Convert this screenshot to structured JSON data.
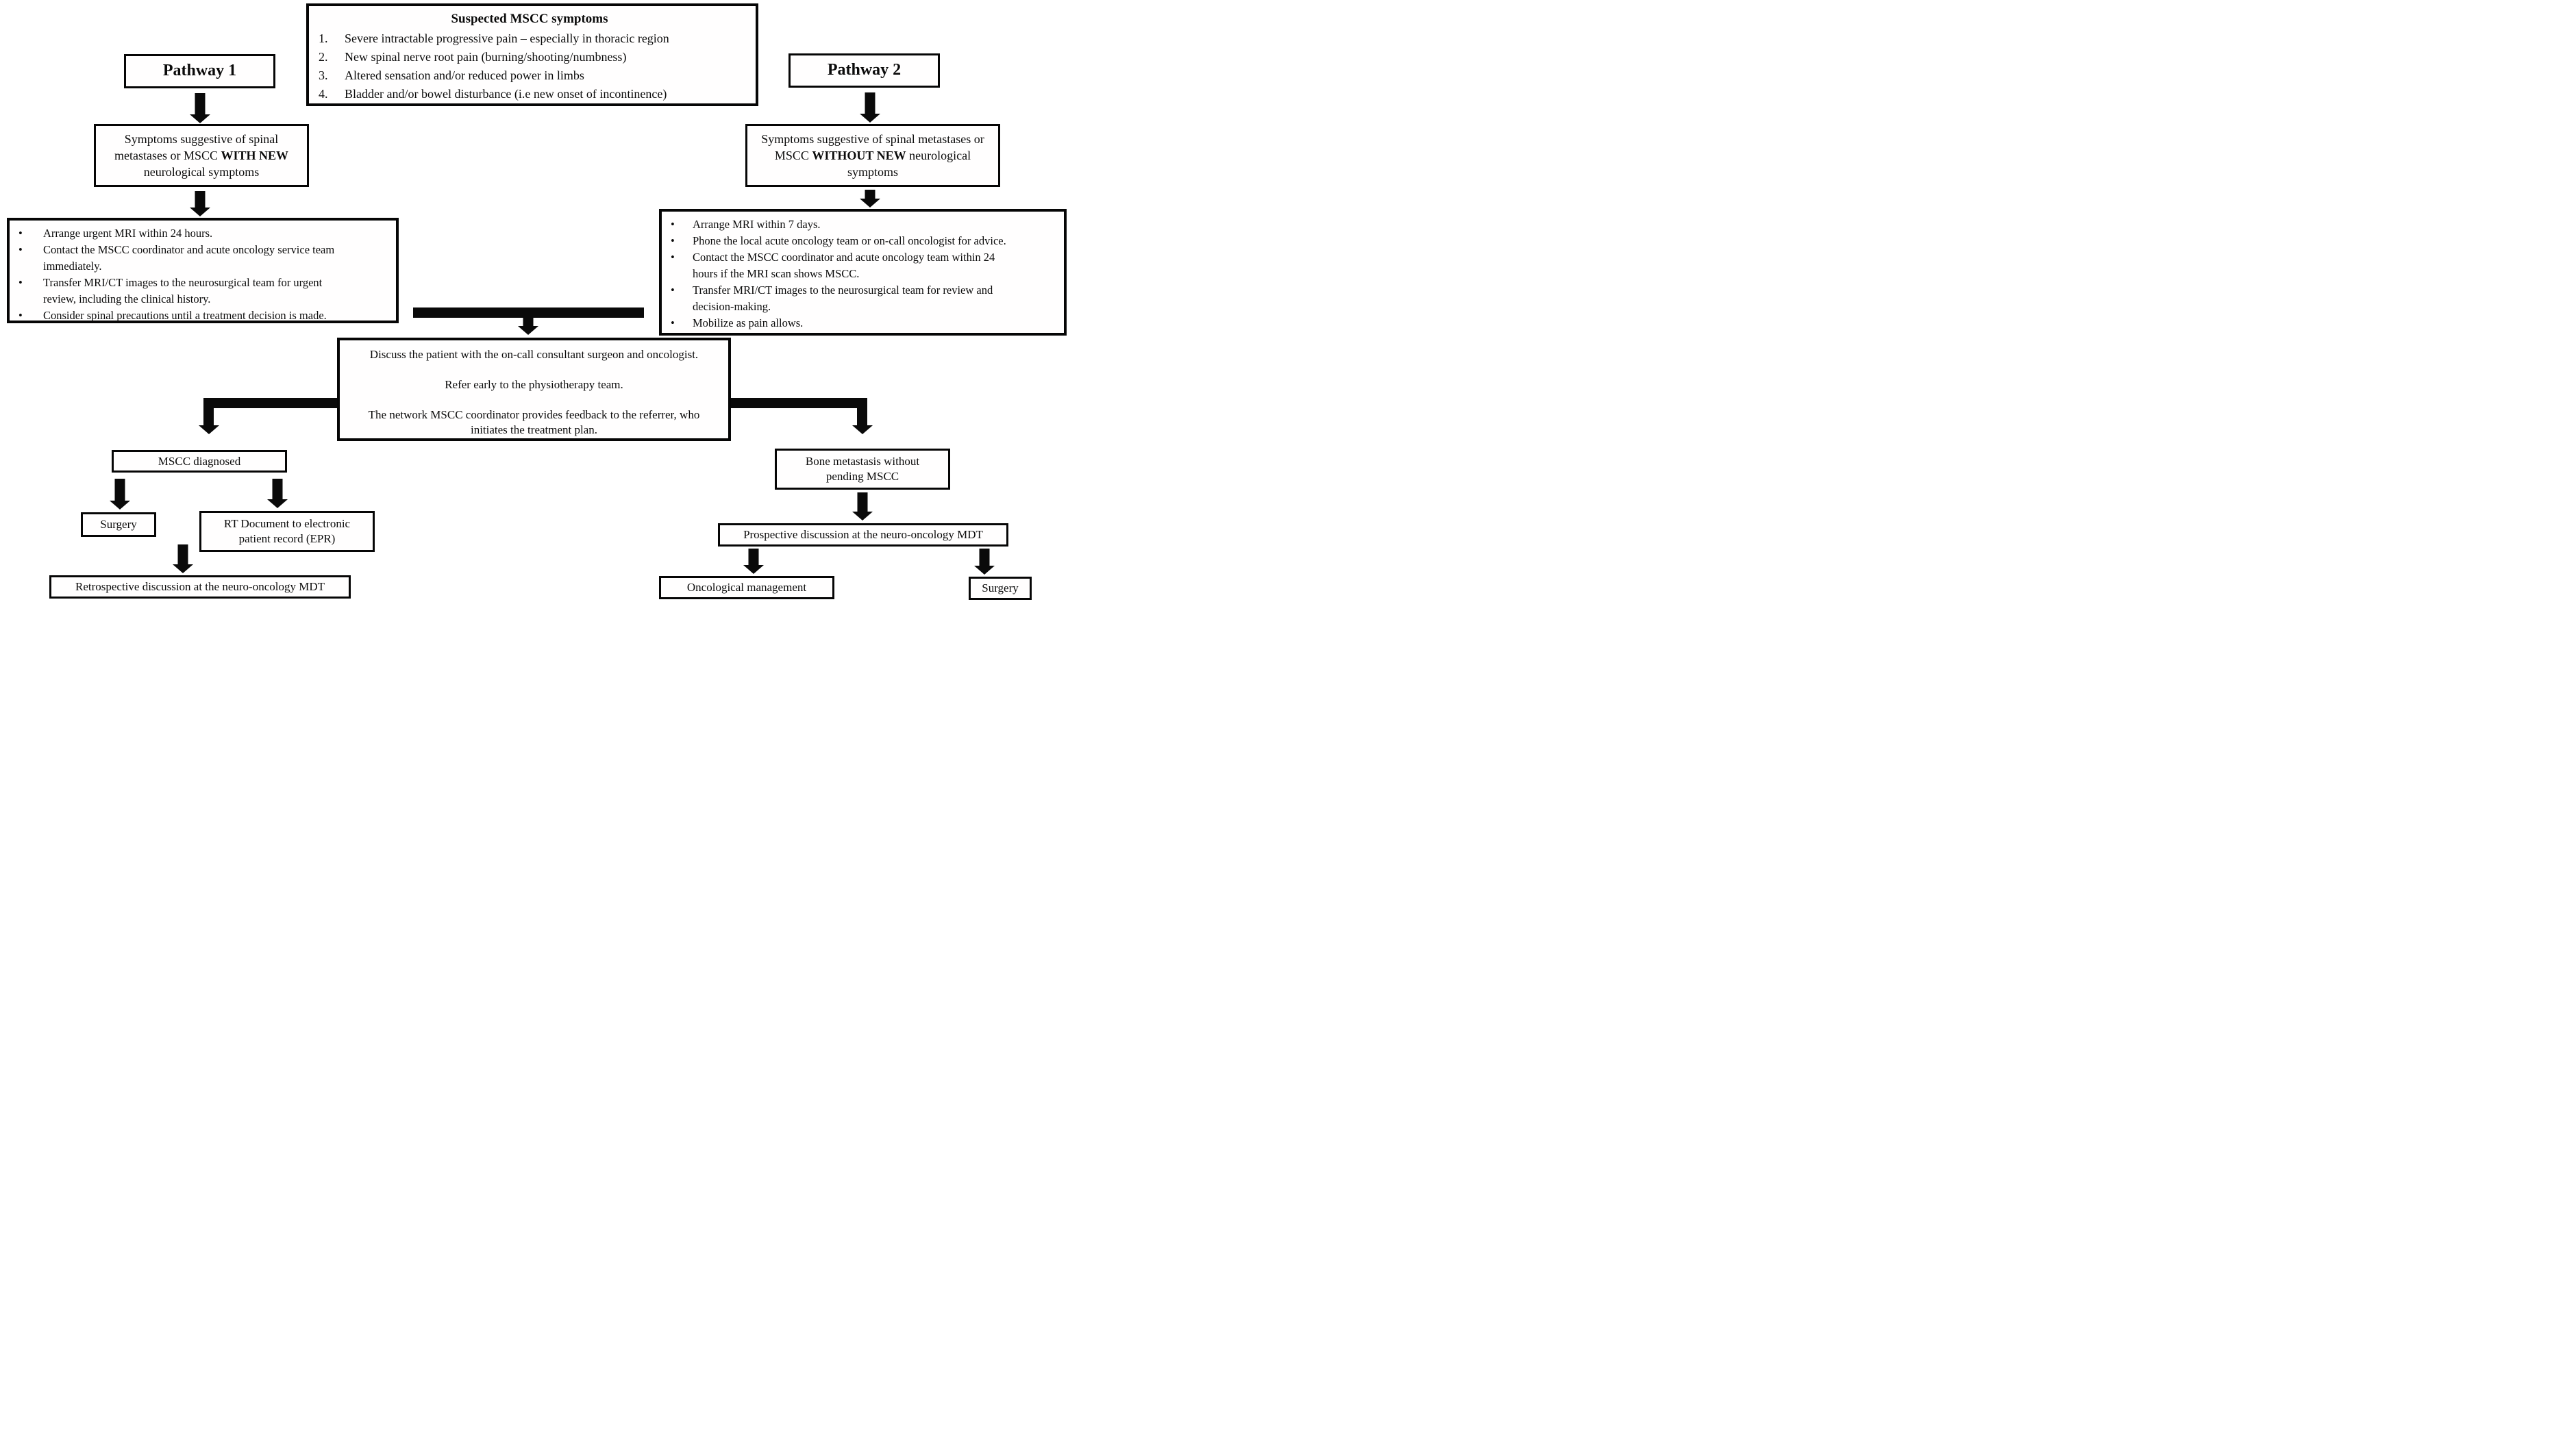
{
  "ui": {
    "bullet": "•"
  },
  "suspected": {
    "title": "Suspected MSCC symptoms",
    "items": [
      {
        "num": "1.",
        "text": "Severe intractable progressive pain – especially in thoracic region"
      },
      {
        "num": "2.",
        "text": "New spinal nerve root pain (burning/shooting/numbness)"
      },
      {
        "num": "3.",
        "text": "Altered sensation and/or reduced power in limbs"
      },
      {
        "num": "4.",
        "text": "Bladder and/or bowel disturbance (i.e new onset of incontinence)"
      }
    ]
  },
  "pathway1": {
    "title": "Pathway 1",
    "symptoms": {
      "pre": "Symptoms suggestive of spinal\nmetastases or MSCC ",
      "bold": "WITH NEW",
      "post": "\nneurological symptoms"
    },
    "actions": [
      "Arrange urgent MRI within 24 hours.",
      "Contact the MSCC coordinator and acute oncology service team\nimmediately.",
      "Transfer MRI/CT images to the neurosurgical team for urgent\nreview, including the clinical history.",
      "Consider spinal precautions until a treatment decision is made."
    ],
    "mscc_diagnosed": "MSCC diagnosed",
    "surgery": "Surgery",
    "rt_document": "RT Document to electronic\npatient record (EPR)",
    "retrospective": "Retrospective discussion at the neuro-oncology MDT"
  },
  "pathway2": {
    "title": "Pathway 2",
    "symptoms": {
      "pre": "Symptoms suggestive of spinal metastases or\nMSCC ",
      "bold": "WITHOUT NEW",
      "post": " neurological\nsymptoms"
    },
    "actions": [
      "Arrange MRI within 7 days.",
      "Phone the local acute oncology team or on-call oncologist for advice.",
      "Contact the MSCC coordinator and acute oncology team within 24\nhours if the MRI scan shows MSCC.",
      "Transfer MRI/CT images to the neurosurgical team for review and\ndecision-making.",
      "Mobilize as pain allows."
    ],
    "bone_metastasis": "Bone metastasis without\npending MSCC",
    "prospective": "Prospective discussion at the neuro-oncology MDT",
    "oncological": "Oncological management",
    "surgery": "Surgery"
  },
  "center": {
    "p1": "Discuss the patient with the on-call consultant surgeon and oncologist.",
    "p2": "Refer early to the physiotherapy team.",
    "p3": "The network MSCC coordinator provides feedback to the referrer, who\ninitiates the treatment plan."
  }
}
